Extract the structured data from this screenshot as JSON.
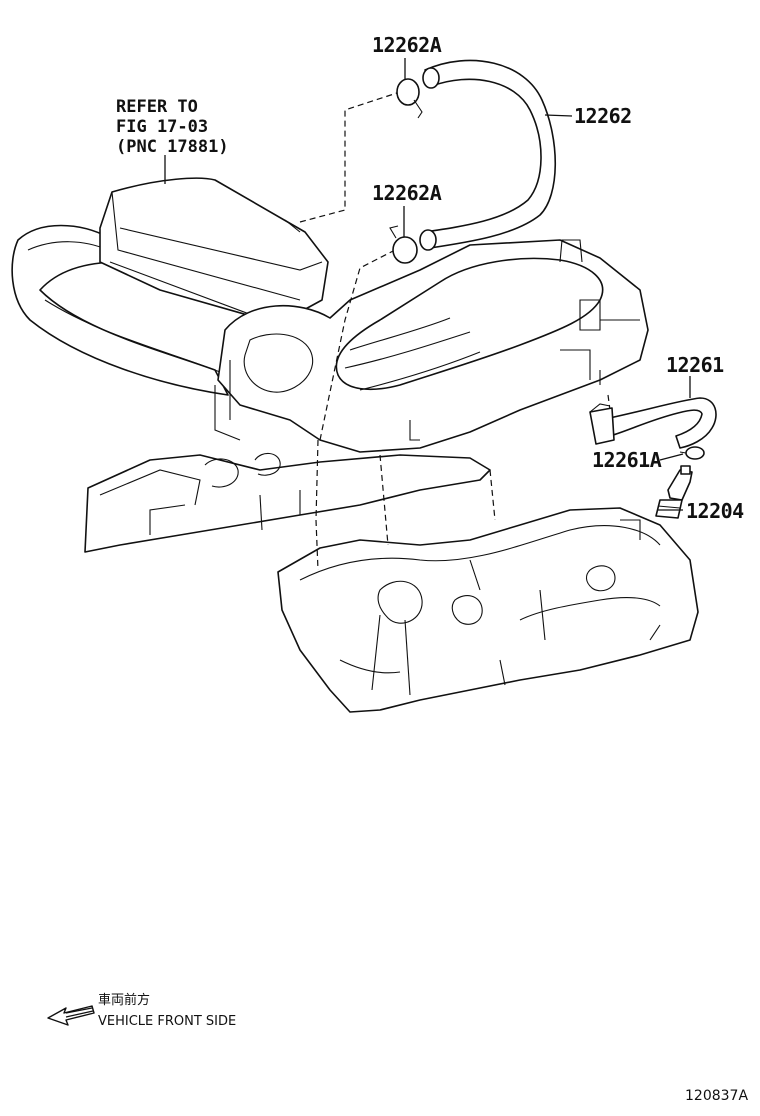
{
  "labels": {
    "clip_upper": "12262A",
    "hose_upper": "12262",
    "clip_middle": "12262A",
    "hose_right": "12261",
    "clip_right": "12261A",
    "pcv_valve": "12204"
  },
  "reference_note": {
    "line1": "REFER TO",
    "line2": "FIG 17-03",
    "line3": "(PNC 17881)"
  },
  "direction": {
    "jp": "車両前方",
    "en": "VEHICLE FRONT SIDE"
  },
  "figure_id": "120837A"
}
